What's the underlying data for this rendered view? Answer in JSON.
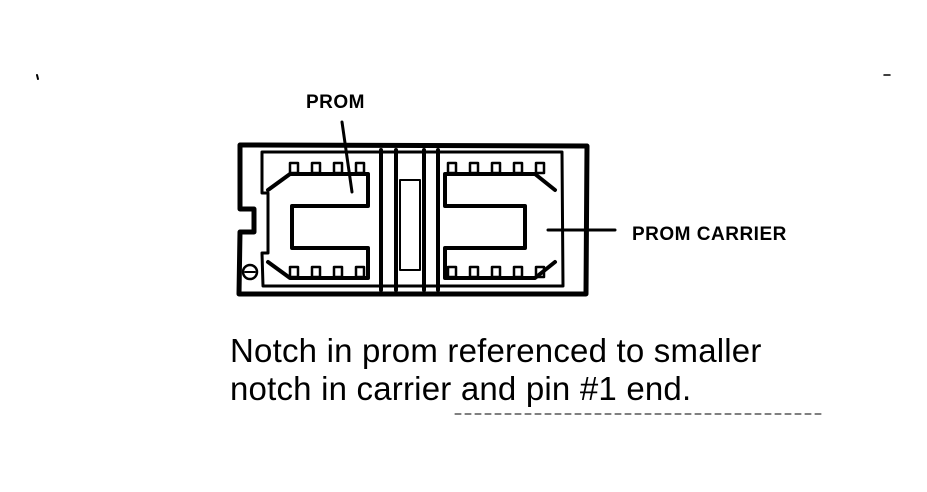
{
  "labels": {
    "prom": "PROM",
    "prom_carrier": "PROM CARRIER"
  },
  "caption": {
    "line1": "Notch in prom referenced to smaller",
    "line2": "notch in carrier and pin #1 end."
  },
  "colors": {
    "ink": "#000000",
    "paper": "#ffffff"
  }
}
